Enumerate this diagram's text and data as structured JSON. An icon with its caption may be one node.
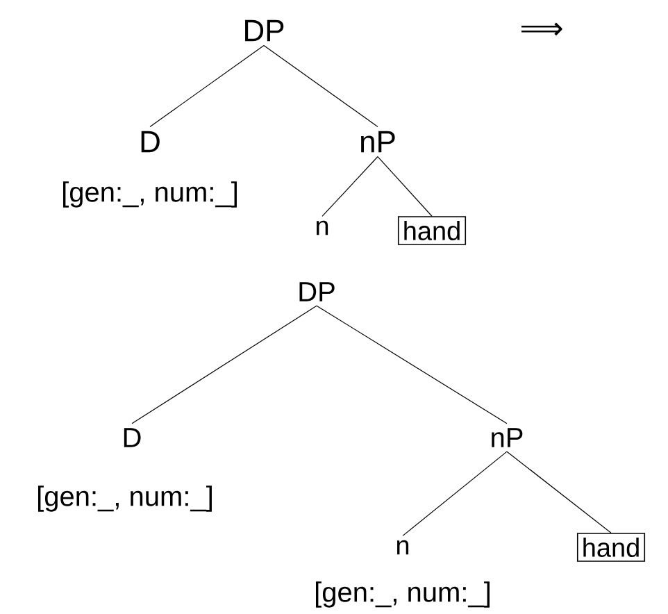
{
  "diagram": {
    "nodes": [
      {
        "text": [
          "DP"
        ]
      },
      {
        "text": [
          "D"
        ],
        "beside": [
          "[gen:_, num:_]"
        ]
      },
      {
        "text": [
          "nP"
        ]
      },
      {
        "text": [
          "n"
        ]
      },
      {
        "text": [
          "hand"
        ]
      },
      {
        "text": [
          "DP"
        ]
      },
      {
        "text": [
          "D"
        ],
        "beside": [
          "[gen:_, num:_]"
        ]
      },
      {
        "text": [
          "nP"
        ]
      },
      {
        "text": [
          "n"
        ],
        "beside": [
          "[gen:_, num:_]"
        ]
      },
      {
        "text": [
          "hand"
        ]
      }
    ],
    "edges": [
      {
        "from": 0,
        "to": 1,
        "arrow": "none"
      },
      {
        "from": 0,
        "to": 2,
        "arrow": "none"
      },
      {
        "from": 2,
        "to": 3,
        "arrow": "none"
      },
      {
        "from": 2,
        "to": 4,
        "arrow": "none"
      },
      {
        "from": 5,
        "to": 6,
        "arrow": "none"
      },
      {
        "from": 5,
        "to": 7,
        "arrow": "none"
      },
      {
        "from": 7,
        "to": 8,
        "arrow": "none"
      },
      {
        "from": 7,
        "to": 9,
        "arrow": "none"
      }
    ],
    "labels": [
      "⟹"
    ]
  }
}
